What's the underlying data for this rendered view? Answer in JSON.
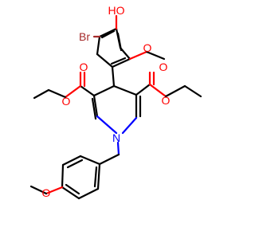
{
  "atoms": {
    "hydroxyl": "HO",
    "bromine": "Br",
    "methoxy_top_o": "O",
    "ester_left_carbonyl_o": "O",
    "ester_left_ether_o": "O",
    "ester_right_carbonyl_o": "O",
    "ester_right_ether_o": "O",
    "ring_nitrogen": "N",
    "methoxy_bottom_o": "O"
  },
  "colors": {
    "carbon": "#000000",
    "oxygen": "#ff0000",
    "nitrogen": "#0000ff",
    "bromine": "#a52a2a",
    "background": "#ffffff"
  }
}
